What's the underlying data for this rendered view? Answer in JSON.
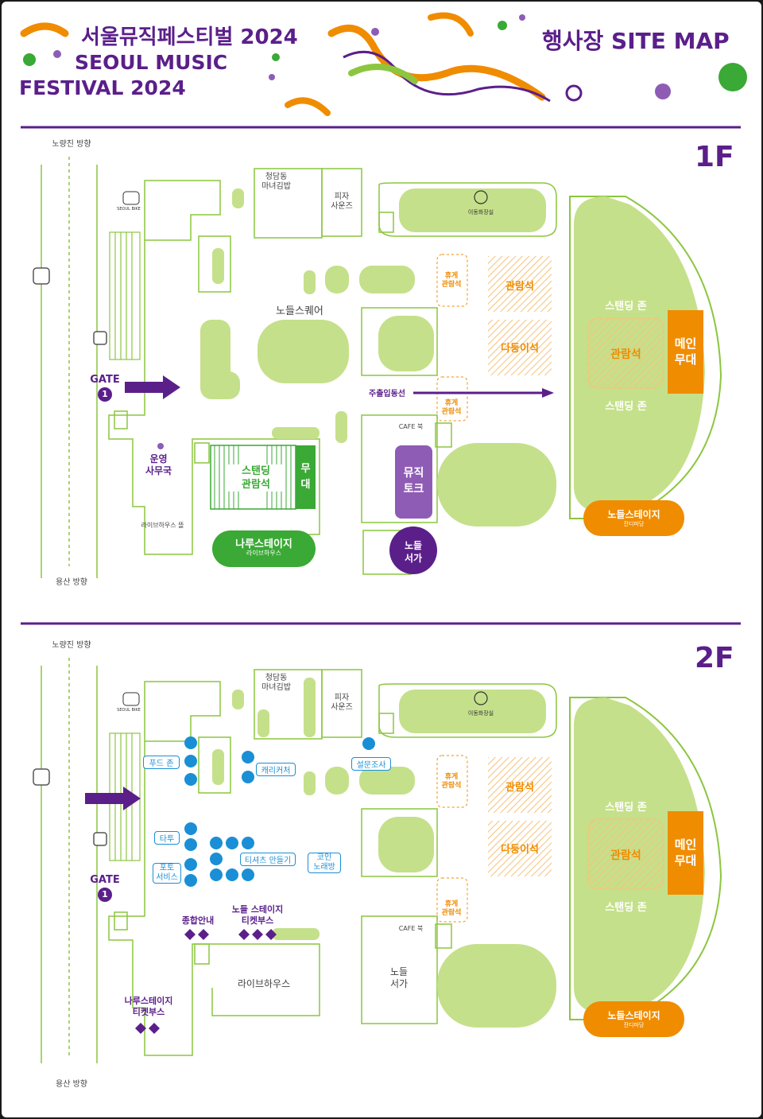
{
  "header": {
    "title_ko": "서울뮤직페스티벌 2024",
    "title_en_1": "SEOUL MUSIC",
    "title_en_2": "FESTIVAL 2024",
    "right_title": "행사장 SITE MAP"
  },
  "colors": {
    "purple": "#5b1f8a",
    "green_light": "#c5e08a",
    "green_line": "#8cc63f",
    "orange": "#f08c00",
    "info_blue": "#1a8fd6",
    "stage_green": "#3aa935",
    "talk_purple": "#8e5cb5"
  },
  "floor1": {
    "label": "1F",
    "dir_top": "노량진 방향",
    "dir_bottom": "용산 방향",
    "gate": "GATE",
    "gate_no": "1",
    "bike": "SEOUL BIKE",
    "cheongdam": "청담동\n마녀김밥",
    "pizza": "피자\n사운즈",
    "mobile_toilet": "이동화장실",
    "nodeul_square": "노들스퀘어",
    "rest_seat_1": "휴게\n관람석",
    "rest_seat_2": "휴게\n관람석",
    "gwanram": "관람석",
    "dadung": "다둥이석",
    "entry_exit": "주출입동선",
    "cafe": "CAFE 북",
    "office": "운영\n사무국",
    "standing_seat": "스탠딩\n관람석",
    "stage_small": "무\n대",
    "livehouse_roof": "라이브하우스 뜰",
    "naru_stage": "나루스테이지",
    "naru_stage_sub": "라이브하우스",
    "music_talk": "뮤직\n토크",
    "nodeul_bookstore": "노들\n서가",
    "standing_zone_1": "스탠딩 존",
    "standing_zone_2": "스탠딩 존",
    "main_seat": "관람석",
    "main_stage": "메인\n무대",
    "nodeul_stage": "노들스테이지",
    "nodeul_stage_sub": "잔디마당"
  },
  "floor2": {
    "label": "2F",
    "dir_top": "노량진 방향",
    "dir_bottom": "용산 방향",
    "gate": "GATE",
    "gate_no": "1",
    "bike": "SEOUL BIKE",
    "cheongdam": "청담동\n마녀김밥",
    "pizza": "피자\n사운즈",
    "mobile_toilet": "이동화장실",
    "food_zone": "푸드 존",
    "caricature": "캐리커처",
    "survey": "설문조사",
    "tattoo": "타투",
    "photo_service": "포토\n서비스",
    "tshirt": "티셔츠 만들기",
    "coin_karaoke": "코인\n노래방",
    "info_desk": "종합안내",
    "nodeul_ticket": "노들 스테이지\n티켓부스",
    "naru_ticket": "나루스테이지\n티켓부스",
    "livehouse": "라이브하우스",
    "cafe": "CAFE 북",
    "nodeul_bookstore": "노들\n서가",
    "rest_seat_1": "휴게\n관람석",
    "rest_seat_2": "휴게\n관람석",
    "gwanram": "관람석",
    "dadung": "다둥이석",
    "standing_zone_1": "스탠딩 존",
    "standing_zone_2": "스탠딩 존",
    "main_seat": "관람석",
    "main_stage": "메인\n무대",
    "nodeul_stage": "노들스테이지",
    "nodeul_stage_sub": "잔디마당"
  }
}
